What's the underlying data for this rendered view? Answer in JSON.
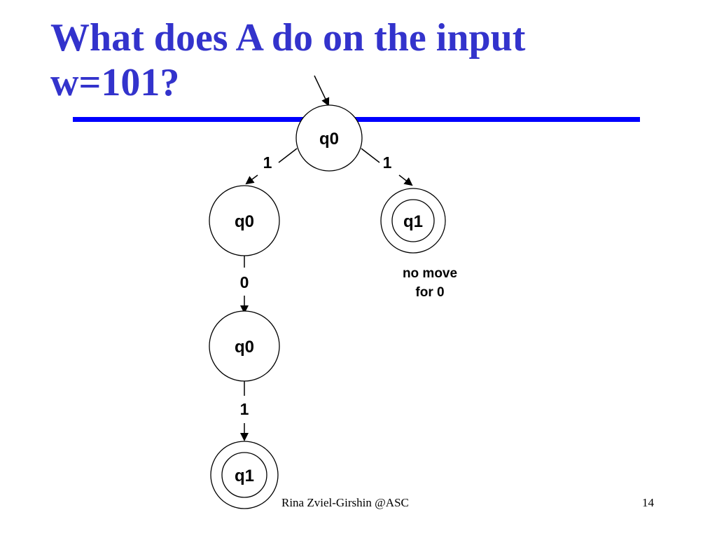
{
  "slide": {
    "title_line1": "What does A do on the input",
    "title_line2": "w=101?",
    "footer_author": "Rina Zviel-Girshin  @ASC",
    "footer_page": "14",
    "colors": {
      "title": "#3333cc",
      "rule": "#0000ff"
    }
  },
  "diagram": {
    "states": [
      {
        "id": "root",
        "label": "q0",
        "accepting": false
      },
      {
        "id": "left1",
        "label": "q0",
        "accepting": false
      },
      {
        "id": "right1",
        "label": "q1",
        "accepting": true
      },
      {
        "id": "left2",
        "label": "q0",
        "accepting": false
      },
      {
        "id": "left3",
        "label": "q1",
        "accepting": true
      }
    ],
    "edges": [
      {
        "from": "root",
        "to": "left1",
        "label": "1"
      },
      {
        "from": "root",
        "to": "right1",
        "label": "1"
      },
      {
        "from": "left1",
        "to": "left2",
        "label": "0"
      },
      {
        "from": "left2",
        "to": "left3",
        "label": "1"
      }
    ],
    "note": {
      "line1": "no move",
      "line2": "for 0"
    }
  }
}
